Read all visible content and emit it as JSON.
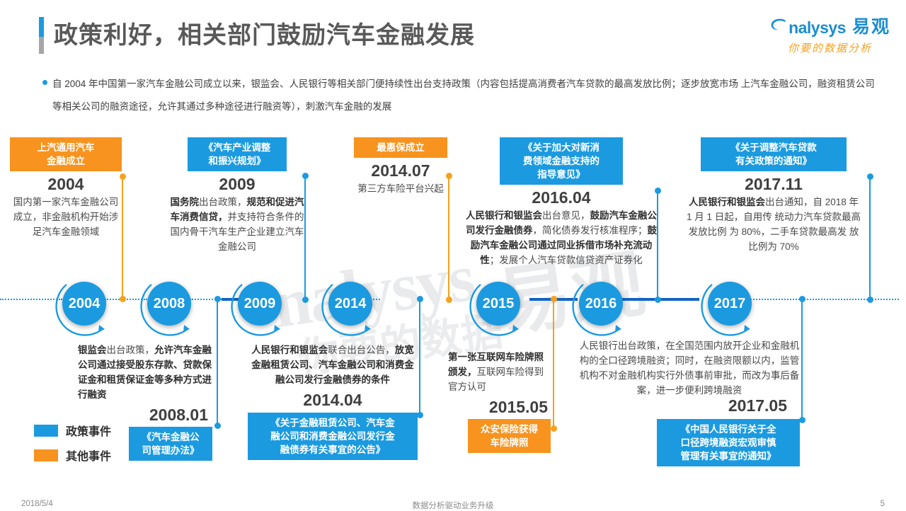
{
  "header": {
    "title": "政策利好，相关部门鼓励汽车金融发展",
    "accent_blue": "#1b9ae0",
    "accent_orange": "#f7931e"
  },
  "logo": {
    "en": "nalysys",
    "cn": "易观",
    "tagline": "你要的数据分析"
  },
  "intro": {
    "text": "自 2004 年中国第一家汽车金融公司成立以来，银监会、人民银行等相关部门便持续性出台支持政策（内容包括提高消费者汽车贷款的最高发放比例；逐步放宽市场 上汽车金融公司，融资租赁公司等相关公司的融资途径，允许其通过多种途径进行融资等），刺激汽车金融的发展"
  },
  "legend": {
    "items": [
      {
        "label": "政策事件",
        "color": "#1b9ae0"
      },
      {
        "label": "其他事件",
        "color": "#f7931e"
      }
    ]
  },
  "timeline": {
    "nodes": [
      {
        "label": "2004"
      },
      {
        "label": "2008"
      },
      {
        "label": "2009"
      },
      {
        "label": "2014"
      },
      {
        "label": "2015"
      },
      {
        "label": "2016"
      },
      {
        "label": "2017"
      }
    ]
  },
  "events": {
    "above": [
      {
        "tag": "上汽通用汽车\n金融成立",
        "tag_line1": "上汽通用汽车",
        "tag_line2": "金融成立",
        "type": "other",
        "year": "2004",
        "desc": "国内第一家汽车金融公司成立，非金融机构开始涉足汽车金融领域"
      },
      {
        "tag_line1": "《汽车产业调整",
        "tag_line2": "和振兴规划》",
        "type": "policy",
        "year": "2009",
        "desc_parts": [
          {
            "text": "国务院",
            "bold": true
          },
          {
            "text": "出台政策，",
            "bold": false
          },
          {
            "text": "规范和促进汽车消费信贷，",
            "bold": true
          },
          {
            "text": "并支持符合条件的国内骨干汽车生产企业建立汽车金融公司",
            "bold": false
          }
        ]
      },
      {
        "tag_line1": "最惠保成立",
        "tag_line2": "",
        "type": "other",
        "year": "2014.07",
        "desc": "第三方车险平台兴起"
      },
      {
        "tag_line1": "《关于加大对新消",
        "tag_line2": "费领域金融支持的",
        "tag_line3": "指导意见》",
        "type": "policy",
        "year": "2016.04",
        "desc_parts": [
          {
            "text": "人民银行和银监会",
            "bold": true
          },
          {
            "text": "出台意见，",
            "bold": false
          },
          {
            "text": "鼓励汽车金融公司发行金融债券",
            "bold": true
          },
          {
            "text": "，简化债券发行核准程序；",
            "bold": false
          },
          {
            "text": "鼓励汽车金融公司通过同业拆借市场补充流动性",
            "bold": true
          },
          {
            "text": "；发展个人汽车贷款信贷资产证券化",
            "bold": false
          }
        ]
      },
      {
        "tag_line1": "《关于调整汽车贷款",
        "tag_line2": "有关政策的通知》",
        "type": "policy",
        "year": "2017.11",
        "desc_parts": [
          {
            "text": "人民银行和银监会",
            "bold": true
          },
          {
            "text": "出台通知，自 2018 年 1 月 1 日起，自用传 统动力汽车贷款最高发放比例 为 80%，二手车贷款最高发 放比例为 70%",
            "bold": false
          }
        ]
      }
    ],
    "below": [
      {
        "type": "policy",
        "desc_parts": [
          {
            "text": "银监会",
            "bold": true
          },
          {
            "text": "出台政策，",
            "bold": false
          },
          {
            "text": "允许汽车金融公司通过接受股东存款、贷款保证金和租赁保证金等多种方式进行融资",
            "bold": true
          }
        ],
        "year": "2008.01",
        "tag_line1": "《汽车金融公",
        "tag_line2": "司管理办法》"
      },
      {
        "type": "policy",
        "desc_parts": [
          {
            "text": "人民银行和银监会",
            "bold": true
          },
          {
            "text": "联合出台公告，",
            "bold": false
          },
          {
            "text": "放宽金融租赁公司、汽车金融公司和消费金融公司发行金融债券的条件",
            "bold": true
          }
        ],
        "year": "2014.04",
        "tag_line1": "《关于金融租赁公司、汽车金",
        "tag_line2": "融公司和消费金融公司发行金",
        "tag_line3": "融债券有关事宜的公告》"
      },
      {
        "type": "other",
        "desc_parts": [
          {
            "text": "第一张互联网车险牌照颁发，",
            "bold": true
          },
          {
            "text": "互联网车险得到官方认可",
            "bold": false
          }
        ],
        "year": "2015.05",
        "tag_line1": "众安保险获得",
        "tag_line2": "车险牌照"
      },
      {
        "type": "policy",
        "desc_parts": [
          {
            "text": "人民银行出台政策，在全国范围内放开企业和金融机构的全口径跨境融资；同时，在融资限额以内，监管机构不对金融机构实行外债事前审批，而改为事后备案，进一步便利跨境融资",
            "bold": false
          }
        ],
        "year": "2017.05",
        "tag_line1": "《中国人民银行关于全",
        "tag_line2": "口径跨境融资宏观审慎",
        "tag_line3": "管理有关事宜的通知》"
      }
    ]
  },
  "footer": {
    "date": "2018/5/4",
    "center": "数据分析驱动业务升级",
    "page": "5"
  },
  "watermark": {
    "text_a": "nalysys",
    "text_b": "易观",
    "text_c": "你要的数据"
  }
}
